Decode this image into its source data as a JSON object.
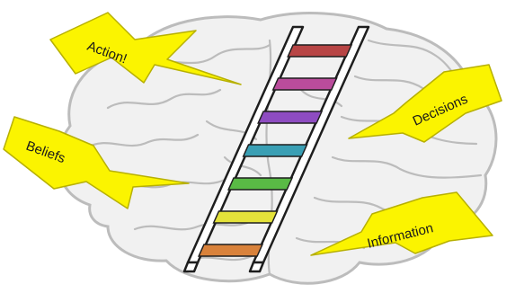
{
  "labels": {
    "action": "Action!",
    "beliefs": "Beliefs",
    "decisions": "Decisions",
    "information": "Information"
  },
  "colors": {
    "bolt_fill": "#fbf400",
    "bolt_stroke": "#b7b000",
    "brain_fill": "#f1f1f1",
    "brain_stroke": "#bcbcbc",
    "rail_fill": "#ffffff",
    "rail_stroke": "#1e1e1e"
  },
  "rungs": [
    {
      "name": "rung-red",
      "color": "#b84545"
    },
    {
      "name": "rung-magenta",
      "color": "#ba4c9c"
    },
    {
      "name": "rung-purple",
      "color": "#8e4cc1"
    },
    {
      "name": "rung-teal",
      "color": "#3a9fb4"
    },
    {
      "name": "rung-green",
      "color": "#59ba45"
    },
    {
      "name": "rung-yellow",
      "color": "#e4e23a"
    },
    {
      "name": "rung-orange",
      "color": "#d9823b"
    }
  ]
}
